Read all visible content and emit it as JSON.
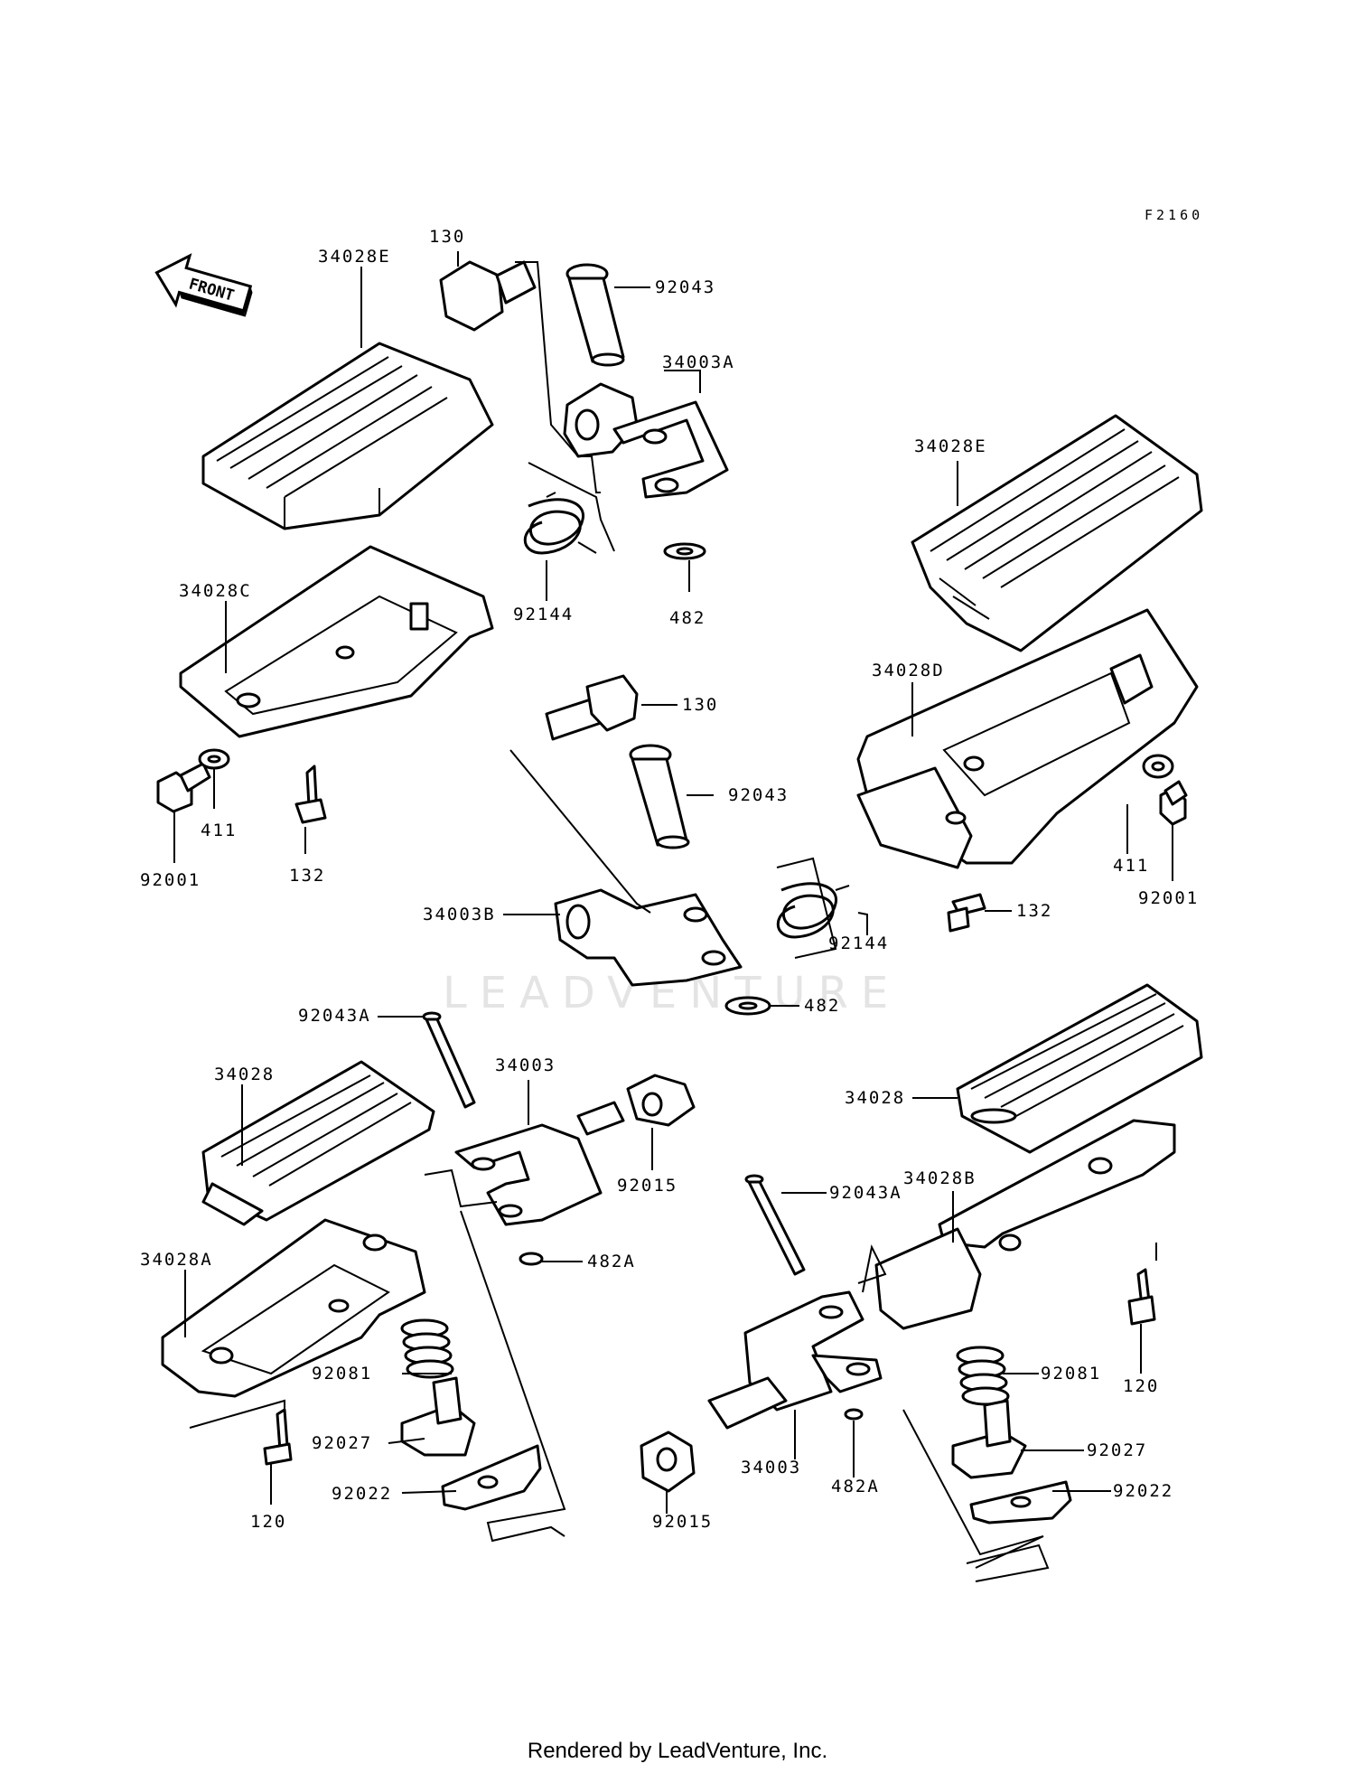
{
  "diagram": {
    "code": "F2160",
    "front_badge": "FRONT",
    "watermark": "LEADVENTURE",
    "footer": "Rendered by LeadVenture, Inc.",
    "callouts": {
      "c_130_top": "130",
      "c_92043_top": "92043",
      "c_34028E_left": "34028E",
      "c_34003A": "34003A",
      "c_34028E_right": "34028E",
      "c_34028C": "34028C",
      "c_92144_top": "92144",
      "c_482_top": "482",
      "c_130_mid": "130",
      "c_34028D": "34028D",
      "c_92043_mid": "92043",
      "c_92001_left": "92001",
      "c_411_left": "411",
      "c_132_left": "132",
      "c_411_right": "411",
      "c_34003B": "34003B",
      "c_92144_mid": "92144",
      "c_132_right": "132",
      "c_92001_right": "92001",
      "c_482_mid": "482",
      "c_92043A_left": "92043A",
      "c_34003_left": "34003",
      "c_34028_left": "34028",
      "c_92015_left": "92015",
      "c_34028_right": "34028",
      "c_34028B": "34028B",
      "c_92043A_right": "92043A",
      "c_482A_left": "482A",
      "c_34028A": "34028A",
      "c_92081_left": "92081",
      "c_92081_right": "92081",
      "c_120_right": "120",
      "c_92027_left": "92027",
      "c_92027_right": "92027",
      "c_92022_left": "92022",
      "c_92022_right": "92022",
      "c_120_left": "120",
      "c_34003_right": "34003",
      "c_482A_right": "482A",
      "c_92015_right": "92015"
    }
  }
}
